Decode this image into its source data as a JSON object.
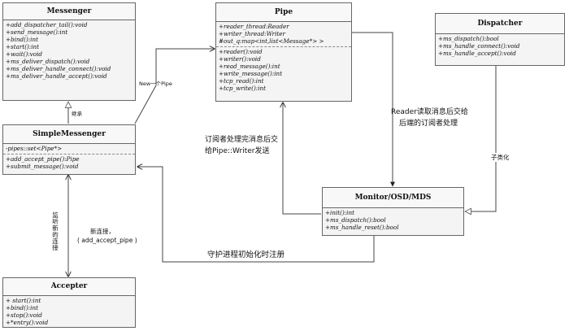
{
  "classes": {
    "messenger": {
      "title": "Messenger",
      "sections": [
        [
          "+add_dispatcher_tail():void",
          "+send_message():int",
          "+bind():int",
          "+start():int",
          "+wait():void",
          "+ms_deliver_dispatch():void",
          "+ms_deliver_handle_connect():void",
          "+ms_deliver_handle_accept():void"
        ]
      ]
    },
    "simple_messenger": {
      "title": "SimpleMessenger",
      "sections": [
        [
          "-pipes::set<Pipe*>"
        ],
        [
          "+add_accept_pipe():Pipe",
          "+submit_message():void"
        ]
      ]
    },
    "accepter": {
      "title": "Accepter",
      "sections": [
        [
          "+ start():int",
          "+bind():int",
          "+stop():void",
          "+*entry():void"
        ]
      ]
    },
    "pipe": {
      "title": "Pipe",
      "sections": [
        [
          "+reader_thread:Reader",
          "+writer_thread:Writer",
          "#out_q:map<int,list<Message*> >"
        ],
        [
          "+reader():void",
          "+writer():void",
          "+read_message():int",
          "+write_message():int",
          "+tcp_read():int",
          "+tcp_write():int"
        ]
      ]
    },
    "dispatcher": {
      "title": "Dispatcher",
      "sections": [
        [
          "+ms_dispatch():bool",
          "+ms_handle_connect():void",
          "+ms_handle_accept():void"
        ]
      ]
    },
    "monitor": {
      "title": "Monitor/OSD/MDS",
      "sections": [
        [
          "+init():int",
          "+ms_dispatch():bool",
          "+ms_handle_reset():bool"
        ]
      ]
    }
  },
  "labels": {
    "new_pipe": "New一个Pipe",
    "inherit": "继承",
    "reader_note_1": "Reader读取消息后交给",
    "reader_note_2": "后端的订阅者处理",
    "subscriber_note_1": "订阅者处理完消息后交",
    "subscriber_note_2": "给Pipe::Writer发送",
    "subclass": "子类化",
    "new_conn_1": "新连接，",
    "new_conn_2": "( add_accept_pipe )",
    "daemon_register": "守护进程初始化时注册",
    "listen_vertical": "监听新的连接"
  }
}
